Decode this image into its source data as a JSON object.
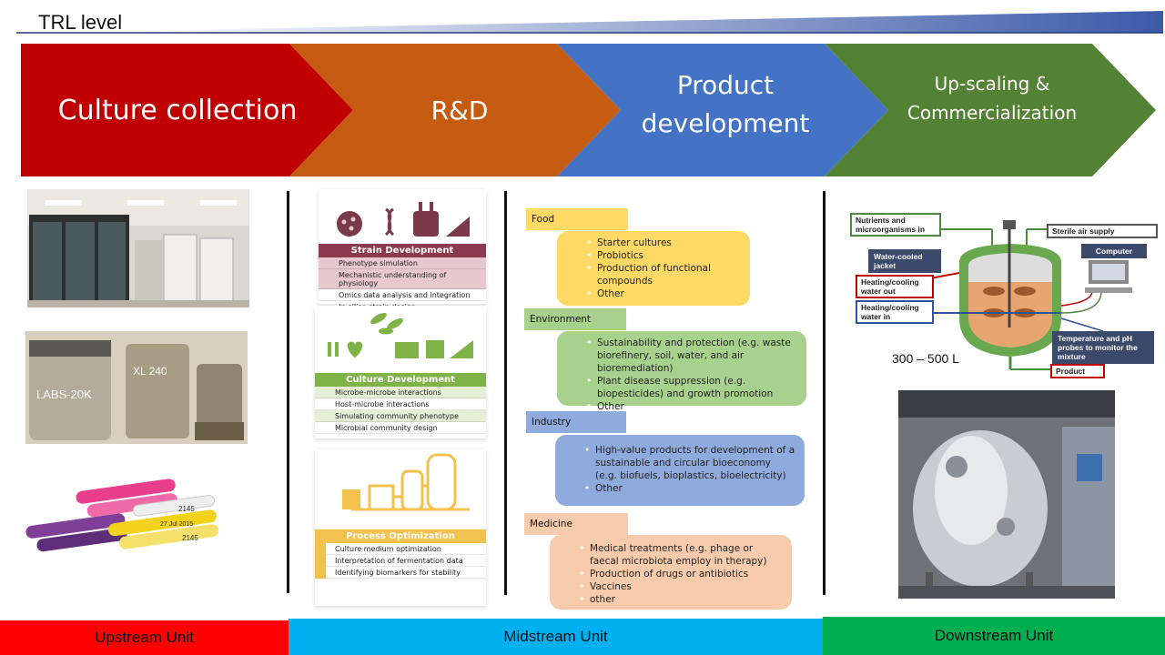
{
  "title": "TRL level",
  "stages": [
    {
      "label": "Culture collection",
      "color": "#c00000"
    },
    {
      "label": "R&D",
      "color": "#c55a11"
    },
    {
      "label": "Product development",
      "color": "#4472c4"
    },
    {
      "label": "Up-scaling & Commercialization",
      "color": "#548235"
    }
  ],
  "rd": {
    "strain": {
      "title": "Strain Development",
      "items": [
        "Phenotype simulation",
        "Mechanistic understanding of physiology",
        "Omics data analysis and integration",
        "In silico strain design"
      ]
    },
    "culture": {
      "title": "Culture Development",
      "items": [
        "Microbe-microbe interactions",
        "Host-microbe interactions",
        "Simulating community phenotype",
        "Microbial community design"
      ]
    },
    "process": {
      "title": "Process Optimization",
      "items": [
        "Culture medium optimization",
        "Interpretation of fermentation data",
        "Identifying biomarkers for stability"
      ]
    }
  },
  "product": {
    "food": {
      "label": "Food",
      "items": [
        "Starter cultures",
        "Probiotics",
        "Production of functional compounds",
        "Other"
      ]
    },
    "environment": {
      "label": "Environment",
      "items": [
        "Sustainability and protection (e.g. waste biorefinery, soil, water, and air bioremediation)",
        "Plant disease suppression (e.g. biopesticides) and growth promotion",
        "Other"
      ]
    },
    "industry": {
      "label": "Industry",
      "items": [
        "High-value products for development of a sustainable and circular bioeconomy (e.g. biofuels, bioplastics, bioelectricity)",
        "Other"
      ]
    },
    "medicine": {
      "label": "Medicine",
      "items": [
        "Medical treatments (e.g. phage or faecal microbiota employ in therapy)",
        "Production of drugs or antibiotics",
        "Vaccines",
        "other"
      ]
    }
  },
  "bioreactor": {
    "nutrients": "Nutrients and microorganisms in",
    "sterile_air": "Sterile air supply",
    "jacket": "Water-cooled jacket",
    "computer": "Computer",
    "cool_out": "Heating/cooling water out",
    "cool_in": "Heating/cooling water in",
    "probes": "Temperature and pH probes to monitor the mixture",
    "product": "Product",
    "volume": "300 – 500 L"
  },
  "photo_labels": {
    "tank1": "LABS-20K",
    "tank2": "XL 240",
    "tube1": "2145",
    "tube2": "27 Jul 2015",
    "tube3": "2145"
  },
  "units": [
    {
      "label": "Upstream Unit",
      "color": "#ff0000"
    },
    {
      "label": "Midstream Unit",
      "color": "#00b0f0"
    },
    {
      "label": "Downstream Unit",
      "color": "#00b050"
    }
  ]
}
